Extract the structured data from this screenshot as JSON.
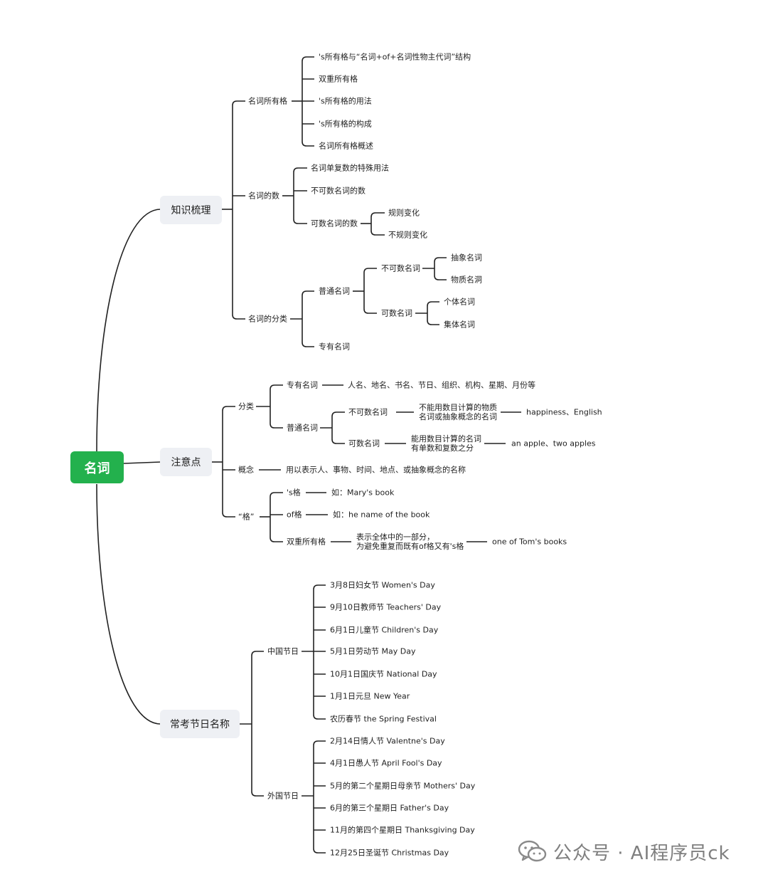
{
  "root": "名词",
  "b1": {
    "label": "知识梳理",
    "possessive": {
      "label": "名词所有格",
      "items": [
        "'s所有格与“名词+of+名词性物主代词”结构",
        "双重所有格",
        "'s所有格的用法",
        "'s所有格的构成",
        "名词所有格概述"
      ]
    },
    "number": {
      "label": "名词的数",
      "special": "名词单复数的特殊用法",
      "uncount": "不可数名词的数",
      "count": {
        "label": "可数名词的数",
        "items": [
          "规则变化",
          "不规则变化"
        ]
      }
    },
    "classify": {
      "label": "名词的分类",
      "common": {
        "label": "普通名词",
        "uncount": {
          "label": "不可数名词",
          "items": [
            "抽象名词",
            "物质名洞"
          ]
        },
        "count": {
          "label": "可数名词",
          "items": [
            "个体名词",
            "集体名词"
          ]
        }
      },
      "proper": "专有名词"
    }
  },
  "b2": {
    "label": "注意点",
    "cat": {
      "label": "分类",
      "proper": {
        "label": "专有名词",
        "desc": "人名、地名、书名、节日、组织、机构、星期、月份等"
      },
      "common": {
        "label": "普通名词",
        "uncount": {
          "label": "不可数名词",
          "desc1": "不能用数目计算的物质",
          "desc2": "名词或抽象概念的名词",
          "ex": "happiness、English"
        },
        "count": {
          "label": "可数名词",
          "desc1": "能用数目计算的名词",
          "desc2": "有单数和复数之分",
          "ex": "an apple、two apples"
        }
      }
    },
    "concept": {
      "label": "概念",
      "desc": "用以表示人、事物、时间、地点、或抽象概念的名称"
    },
    "ge": {
      "label": "“格”",
      "s": {
        "label": "'s格",
        "ex": "如：Mary's book"
      },
      "of": {
        "label": "of格",
        "ex": "如：he name of the book"
      },
      "double": {
        "label": "双重所有格",
        "desc1": "表示全体中的一部分，",
        "desc2": "为避免重复而既有of格又有's格",
        "ex": "one of Tom's books"
      }
    }
  },
  "b3": {
    "label": "常考节日名称",
    "cn": {
      "label": "中国节日",
      "items": [
        "3月8日妇女节 Women's Day",
        "9月10日教师节 Teachers' Day",
        "6月1日儿童节 Children's Day",
        "5月1日劳动节 May Day",
        "10月1日国庆节 National Day",
        "1月1日元旦 New Year",
        "农历春节 the Spring Festival"
      ]
    },
    "fn": {
      "label": "外国节日",
      "items": [
        "2月14日情人节 Valentne's Day",
        "4月1日愚人节 April Fool's Day",
        "5月的第二个星期日母亲节 Mothers' Day",
        "6月的第三个星期日 Father's Day",
        "11月的第四个星期日 Thanksgiving Day",
        "12月25日圣诞节 Christmas Day"
      ]
    }
  },
  "watermark": "公众号 · AI程序员ck",
  "watermark_icon": "wechat-icon",
  "colors": {
    "root": "#23b14d",
    "branch_bg": "#eef0f4",
    "line": "#222222"
  }
}
